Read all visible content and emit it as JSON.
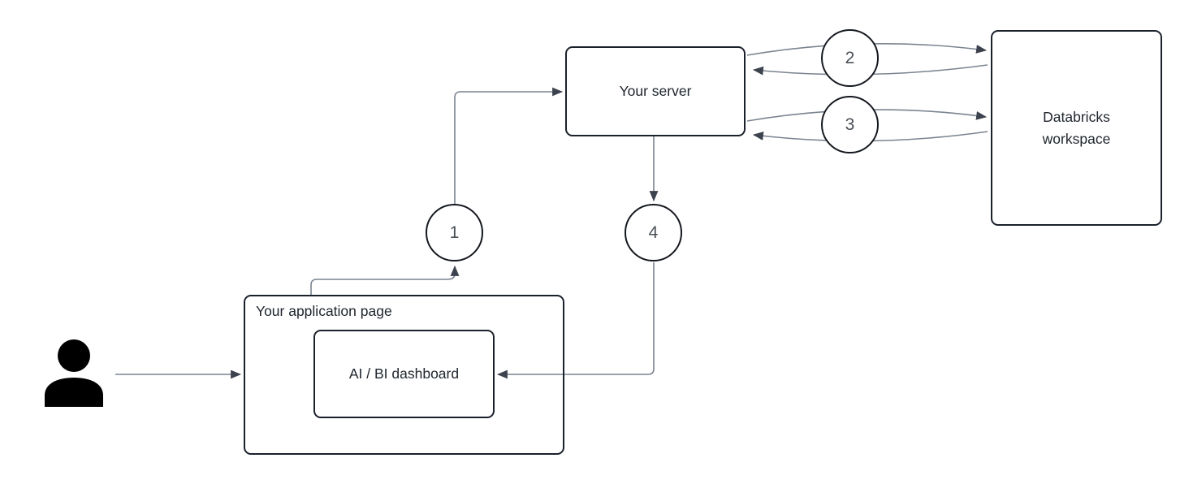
{
  "diagram": {
    "nodes": {
      "server": {
        "label": "Your server"
      },
      "databricks": {
        "label": "Databricks workspace"
      },
      "application_page": {
        "label": "Your application page"
      },
      "dashboard": {
        "label": "AI / BI dashboard"
      },
      "user": {
        "icon": "user-icon"
      }
    },
    "steps": [
      {
        "number": "1"
      },
      {
        "number": "2"
      },
      {
        "number": "3"
      },
      {
        "number": "4"
      }
    ],
    "colors": {
      "background": "#ffffff",
      "box_border": "#1b212b",
      "circle_border": "#14181e",
      "connector_line": "#7b8490",
      "arrowhead": "#3c434e",
      "label_text": "#20262e",
      "step_number": "#4a5057",
      "user_icon": "#000000"
    }
  }
}
